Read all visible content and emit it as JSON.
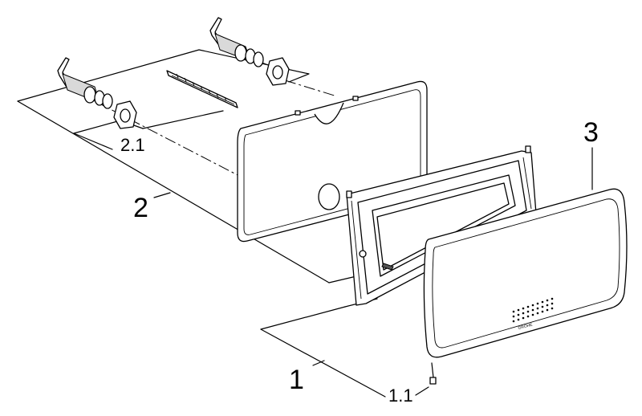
{
  "labels": {
    "part_1": "1",
    "part_1_1": "1.1",
    "part_2": "2",
    "part_2_1": "2.1",
    "part_3": "3"
  },
  "cover_brand": "GROHE"
}
